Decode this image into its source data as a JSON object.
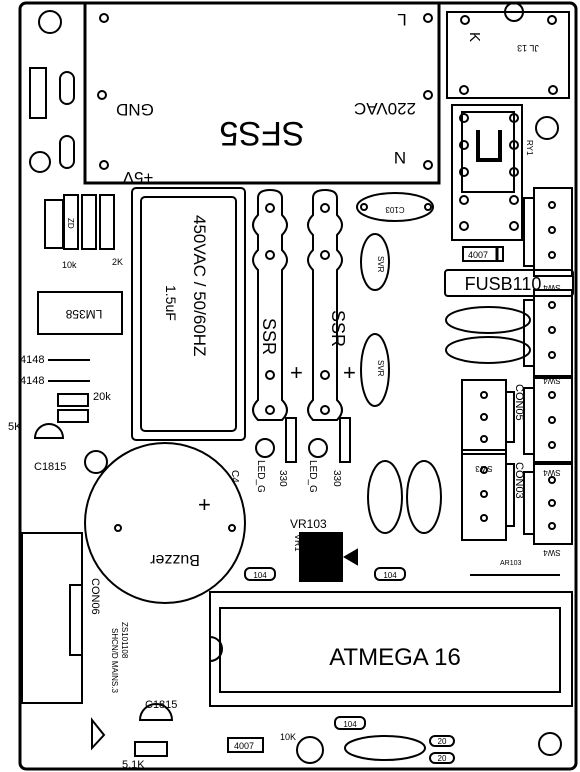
{
  "labels": {
    "sfs5": "SFS5",
    "gnd": "GND",
    "plus5v": "+5V",
    "vac220": "220VAC",
    "l": "L",
    "n": "N",
    "k": "K",
    "jl13": "JL 13",
    "ry1": "RY1",
    "cap_main_1": "450VAC / 50/60HZ",
    "cap_main_2": "1.5uF",
    "ssr1": "SSR",
    "ssr2": "SSR",
    "lm358": "LM358",
    "zd": "ZD",
    "d4148_1": "4148",
    "d4148_2": "4148",
    "r20k": "20k",
    "r5k": "5K",
    "r10k": "10k",
    "r2k": "2K",
    "c1815_top": "C1815",
    "c1815_bot": "C1815",
    "r51k": "5.1K",
    "c4": "C4",
    "r330_1": "330",
    "r330_2": "330",
    "led1": "LED_G",
    "led2": "LED_G",
    "buzzer": "Buzzer",
    "vr103": "VR103",
    "vr1": "VR1",
    "atmega": "ATMEGA 16",
    "fusb": "FUSB110",
    "con05": "CON05",
    "con03": "CON03",
    "con06": "CON06",
    "zs": "ZS101108",
    "shcn": "SHCN/D MAINS.3",
    "c103": "C103",
    "svr1": "SVR",
    "svr2": "SVR",
    "r104_1": "104",
    "r104_2": "104",
    "r104_3": "104",
    "d4007_1": "4007",
    "d4007_2": "4007",
    "r20_1": "20",
    "r20_2": "20",
    "r10k_b": "10K",
    "ar103": "AR103",
    "sw_1": "SW4",
    "sw_2": "SW4",
    "sw_3": "SW4",
    "sw_4": "SW4",
    "sw_5": "SW3"
  }
}
